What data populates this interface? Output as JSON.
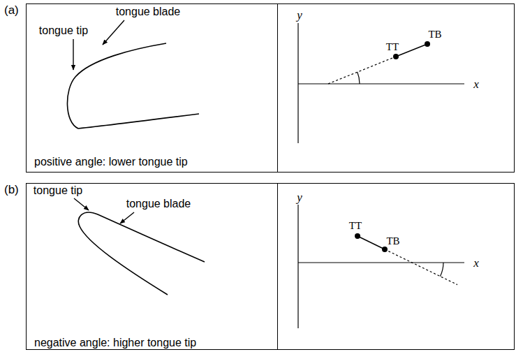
{
  "diagram": {
    "nodes": [
      {
        "text": [
          "tongue tip",
          "tongue blade",
          "positive angle: lower tongue tip"
        ]
      },
      {
        "text": [
          "y",
          "x",
          "TT",
          "TB"
        ]
      },
      {
        "text": [
          "tongue tip",
          "tongue blade",
          "negative angle: higher tongue tip"
        ]
      },
      {
        "text": [
          "y",
          "x",
          "TT",
          "TB"
        ]
      }
    ],
    "labels": [
      "(a)",
      "(b)"
    ]
  }
}
